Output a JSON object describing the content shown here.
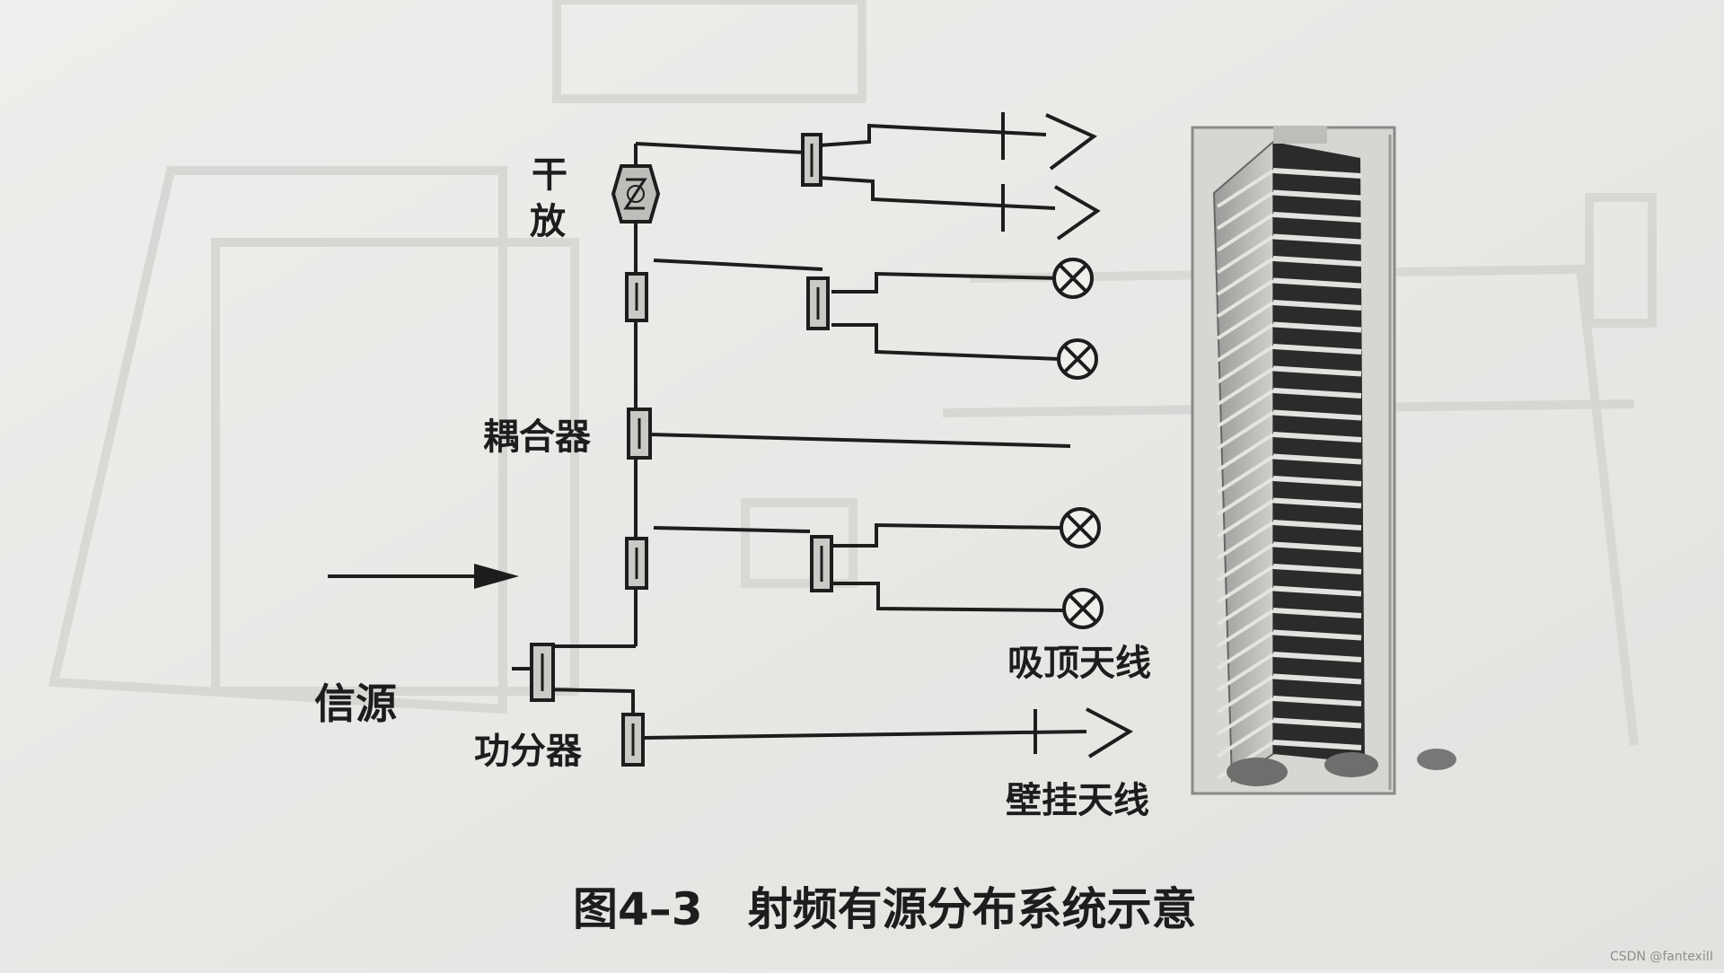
{
  "figure": {
    "caption": "图4–3　射频有源分布系统示意",
    "watermark": "CSDN @fantexiII"
  },
  "labels": {
    "amplifier": "干",
    "amplifier_2": "放",
    "coupler": "耦合器",
    "source": "信源",
    "splitter": "功分器",
    "ceiling_antenna": "吸顶天线",
    "wall_antenna": "壁挂天线"
  },
  "colors": {
    "paper": "#e9e9e7",
    "ink": "#1d1d1d",
    "faint": "#c8c8c6"
  }
}
